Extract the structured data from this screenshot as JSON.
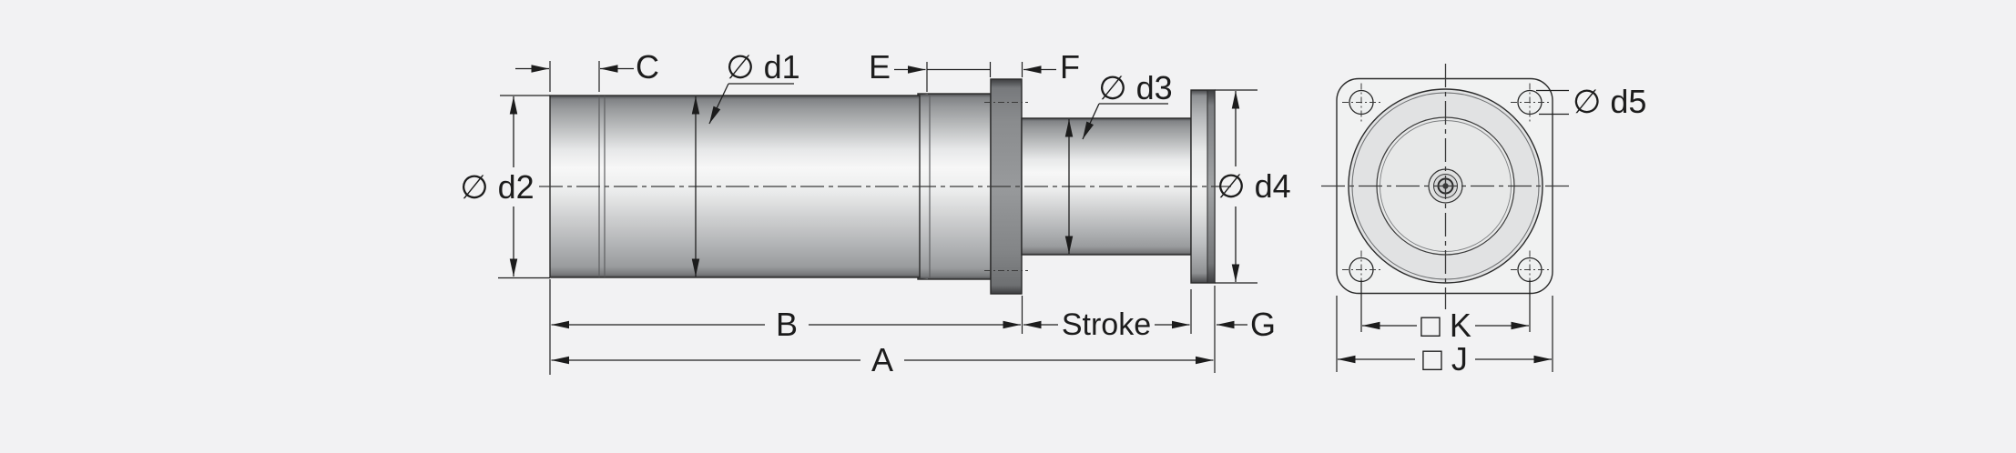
{
  "colors": {
    "background": "#f2f2f3",
    "line": "#1f1f1f",
    "metal_highlight": "#f7f7f7",
    "metal_shadow": "#47484a",
    "collar_gray": "#8a8c8e",
    "flange_circle_fill": "#e1e2e3"
  },
  "side_view": {
    "dim_labels": {
      "C": "C",
      "d1": "∅ d1",
      "E": "E",
      "F": "F",
      "d3": "∅ d3",
      "d2": "∅ d2",
      "d4": "∅ d4",
      "B": "B",
      "stroke": "Stroke",
      "A": "A",
      "G": "G"
    }
  },
  "front_view": {
    "dim_labels": {
      "d5": "∅ d5",
      "K": "□ K",
      "J": "□ J"
    }
  }
}
